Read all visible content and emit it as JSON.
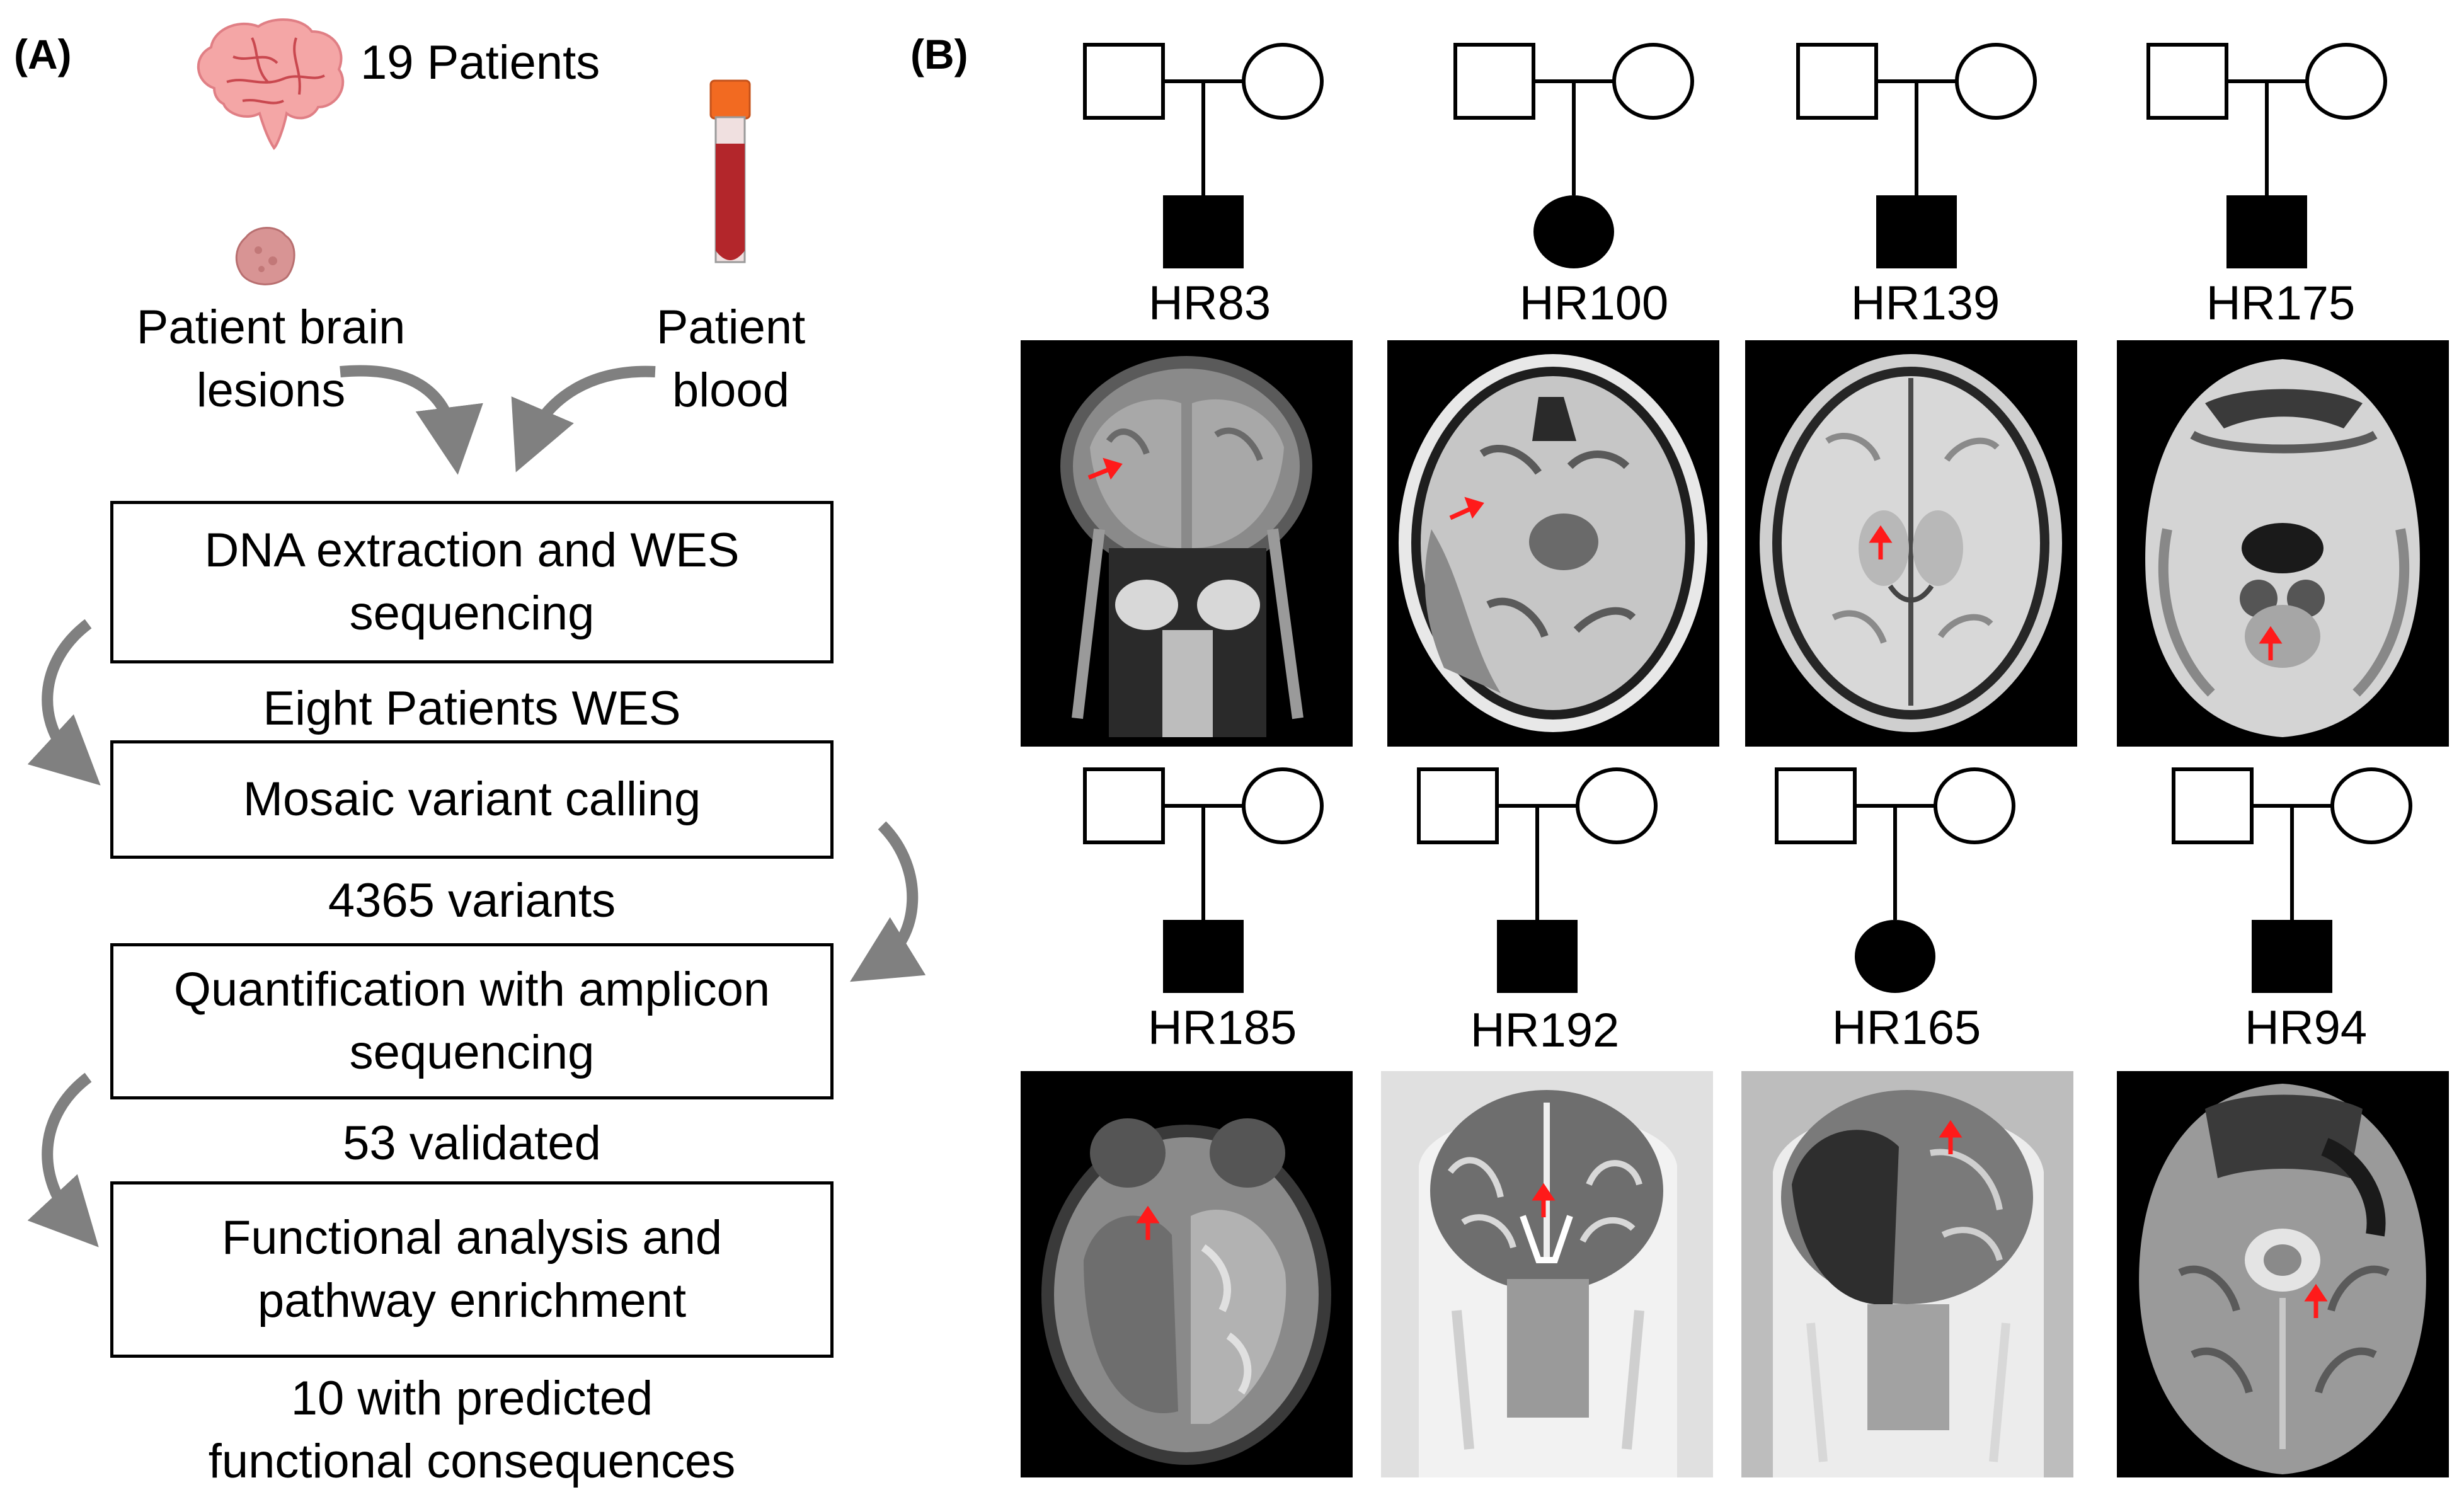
{
  "panel_a": {
    "label": "(A)",
    "patients": "19 Patients",
    "brain_lesions": "Patient brain\nlesions",
    "blood": "Patient\nblood",
    "step1": "DNA extraction and WES\nsequencing",
    "result1": "Eight Patients WES",
    "step2": "Mosaic variant calling",
    "result2": "4365 variants",
    "step3": "Quantification with amplicon\nsequencing",
    "result3": "53 validated",
    "step4": "Functional analysis and\npathway enrichment",
    "result4": "10 with predicted\nfunctional consequences"
  },
  "panel_b": {
    "label": "(B)",
    "pedigrees": [
      {
        "id": "HR83",
        "proband_sex": "male"
      },
      {
        "id": "HR100",
        "proband_sex": "female"
      },
      {
        "id": "HR139",
        "proband_sex": "male"
      },
      {
        "id": "HR175",
        "proband_sex": "male"
      },
      {
        "id": "HR185",
        "proband_sex": "male"
      },
      {
        "id": "HR192",
        "proband_sex": "male"
      },
      {
        "id": "HR165",
        "proband_sex": "female"
      },
      {
        "id": "HR94",
        "proband_sex": "male"
      }
    ]
  },
  "colors": {
    "arrow_gray": "#808080",
    "lesion_arrow": "#ff1a1a",
    "blood": "#b3262b",
    "cap": "#f26a21",
    "brain": "#f4a6a6"
  }
}
